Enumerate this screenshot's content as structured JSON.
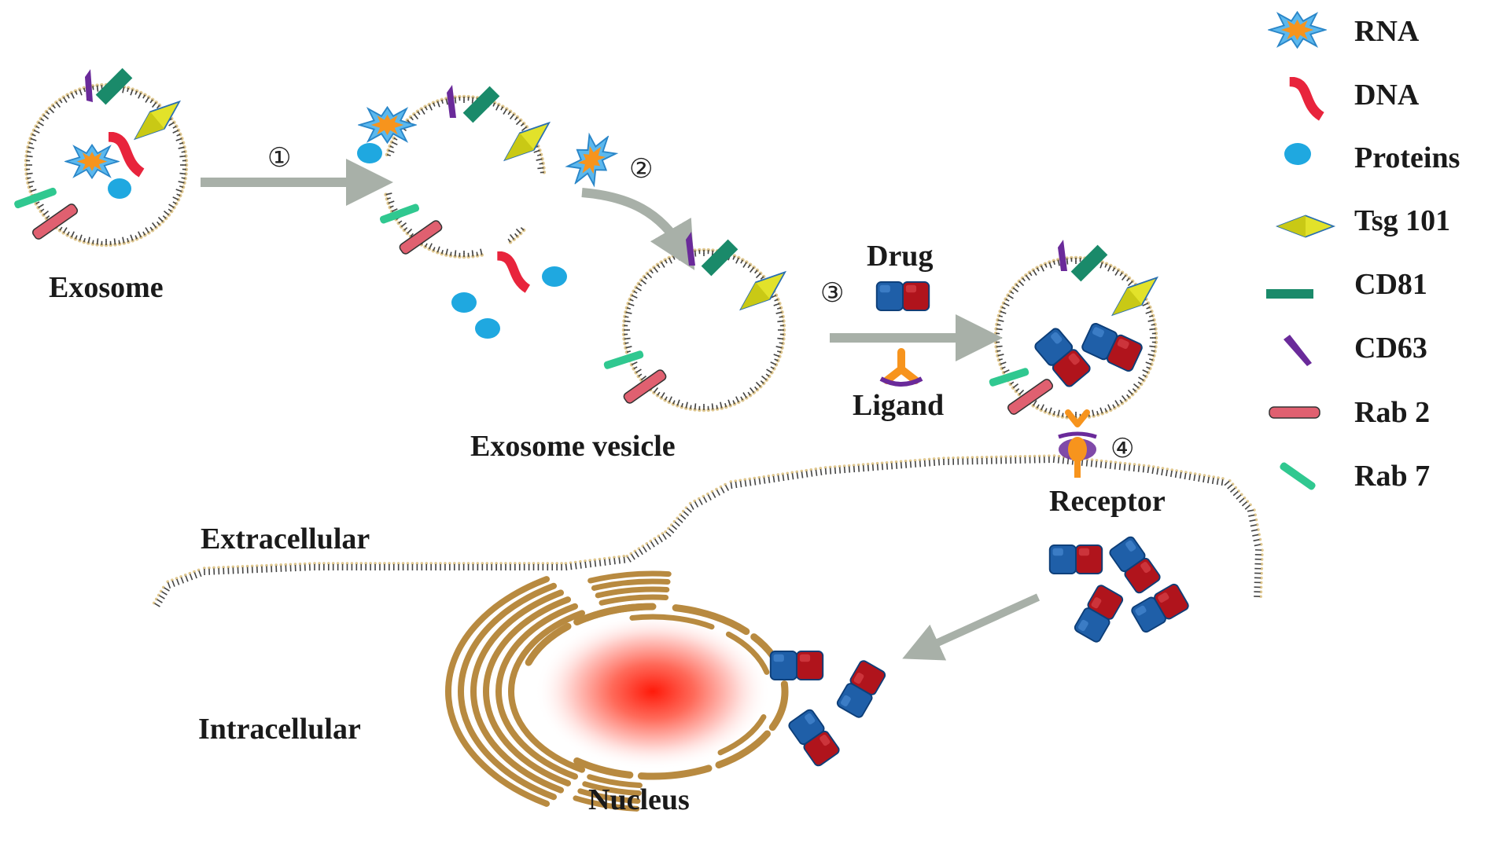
{
  "labels": {
    "exosome": "Exosome",
    "exosome_vesicle": "Exosome vesicle",
    "drug": "Drug",
    "ligand": "Ligand",
    "receptor": "Receptor",
    "extracellular": "Extracellular",
    "intracellular": "Intracellular",
    "nucleus": "Nucleus"
  },
  "steps": [
    "①",
    "②",
    "③",
    "④"
  ],
  "legend": [
    {
      "label": "RNA",
      "icon": "rna-icon"
    },
    {
      "label": "DNA",
      "icon": "dna-icon"
    },
    {
      "label": "Proteins",
      "icon": "protein-icon"
    },
    {
      "label": "Tsg 101",
      "icon": "tsg101-icon"
    },
    {
      "label": "CD81",
      "icon": "cd81-icon"
    },
    {
      "label": "CD63",
      "icon": "cd63-icon"
    },
    {
      "label": "Rab 2",
      "icon": "rab2-icon"
    },
    {
      "label": "Rab 7",
      "icon": "rab7-icon"
    }
  ],
  "colors": {
    "rna": "#f7941d",
    "rna_outline": "#3aa0e0",
    "dna": "#e8243c",
    "protein": "#1fa8e0",
    "tsg101": "#d8d820",
    "tsg101_outline": "#2a6fb0",
    "cd81": "#1a8a6a",
    "cd63": "#6a2a9a",
    "rab2": "#e06070",
    "rab7": "#30c890",
    "arrow": "#a8b0a8",
    "drug_blue": "#1f5fa8",
    "drug_red": "#b0141c",
    "membrane_head": "#e0c890",
    "membrane_tail": "#444444",
    "organelle": "#b88a40",
    "nucleus_core": "#ff2a1a"
  }
}
